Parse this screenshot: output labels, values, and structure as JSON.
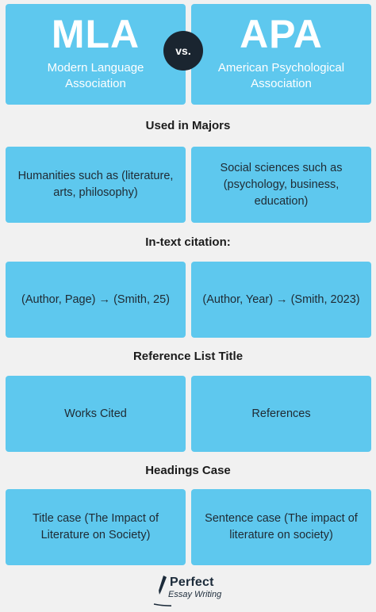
{
  "mla": {
    "abbr": "MLA",
    "full": "Modern Language Association"
  },
  "apa": {
    "abbr": "APA",
    "full": "American Psychological Association"
  },
  "vs_label": "vs.",
  "sections": [
    {
      "title": "Used in Majors",
      "mla": "Humanities such as (literature, arts, philosophy)",
      "apa": "Social sciences such as (psychology, business, education)"
    },
    {
      "title": "In-text citation:",
      "mla": "(Author, Page) → (Smith, 25)",
      "apa": "(Author, Year) → (Smith, 2023)"
    },
    {
      "title": "Reference List Title",
      "mla": "Works Cited",
      "apa": "References"
    },
    {
      "title": "Headings Case",
      "mla": "Title case (The Impact of Literature on Society)",
      "apa": "Sentence case (The impact of literature on society)"
    }
  ],
  "logo": {
    "name": "Perfect",
    "tagline": "Essay Writing"
  },
  "colors": {
    "card": "#5ec8ee",
    "background": "#f1f1f1",
    "badge": "#1a2530"
  }
}
